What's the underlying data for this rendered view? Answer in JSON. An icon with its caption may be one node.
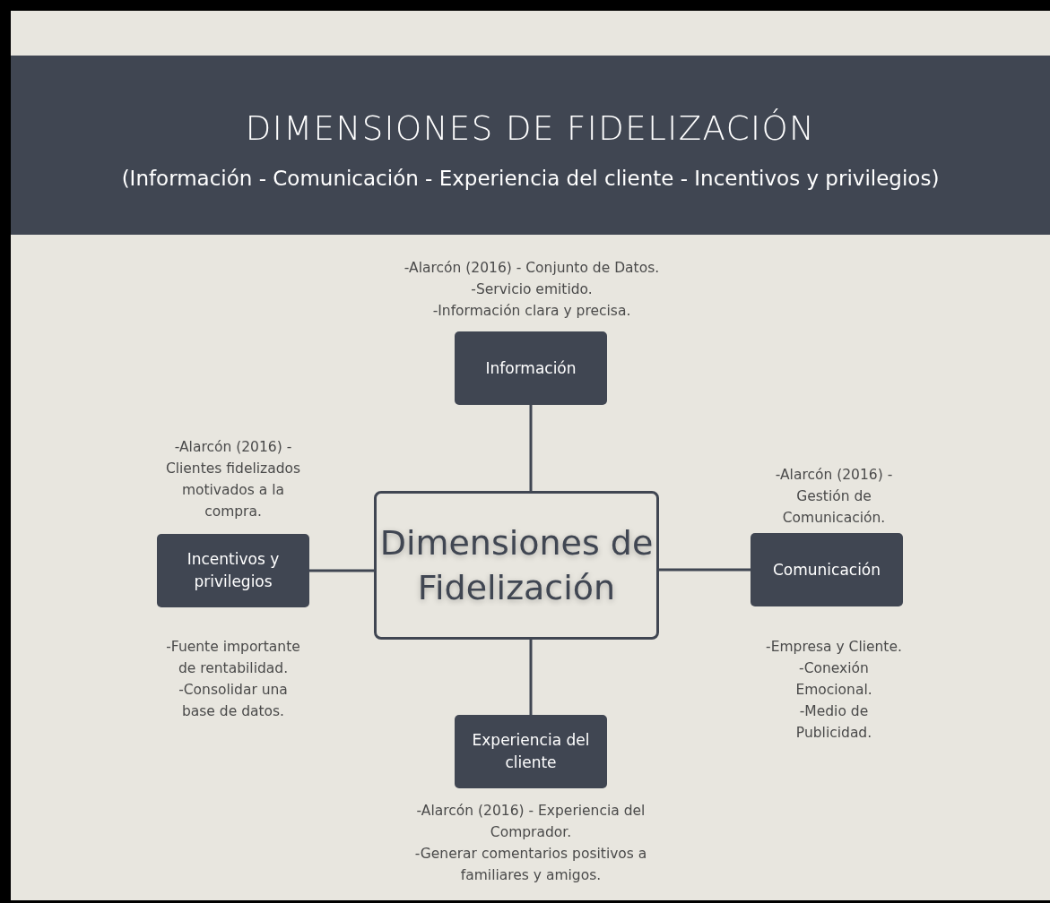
{
  "diagram": {
    "title": "DIMENSIONES DE FIDELIZACIÓN",
    "caption": "(Información - Comunicación - Experiencia del cliente - Incentivos y privilegios)",
    "nodes": [
      {
        "text": [
          "Dimensiones de Fidelización"
        ]
      },
      {
        "text": [
          "Información"
        ],
        "beside": [
          "-Alarcón (2016) - Conjunto de Datos.",
          "-Servicio emitido.",
          "-Información clara y precisa."
        ]
      },
      {
        "text": [
          "Incentivos y privilegios"
        ],
        "beside": [
          "-Alarcón (2016) - Clientes fidelizados motivados a la compra.",
          "-Fuente importante de rentabilidad.",
          "-Consolidar una base de datos."
        ]
      },
      {
        "text": [
          "Comunicación"
        ],
        "beside": [
          "-Alarcón (2016) - Gestión de Comunicación.",
          "-Empresa y Cliente.",
          "-Conexión Emocional.",
          "-Medio de Publicidad."
        ]
      },
      {
        "text": [
          "Experiencia del cliente"
        ],
        "beside": [
          "-Alarcón (2016) - Experiencia del Comprador.",
          "-Generar comentarios positivos a familiares y amigos."
        ]
      }
    ],
    "edges": [
      {
        "from": 0,
        "to": 1,
        "arrow": "none"
      },
      {
        "from": 0,
        "to": 2,
        "arrow": "none"
      },
      {
        "from": 0,
        "to": 3,
        "arrow": "none"
      },
      {
        "from": 0,
        "to": 4,
        "arrow": "none"
      }
    ]
  }
}
